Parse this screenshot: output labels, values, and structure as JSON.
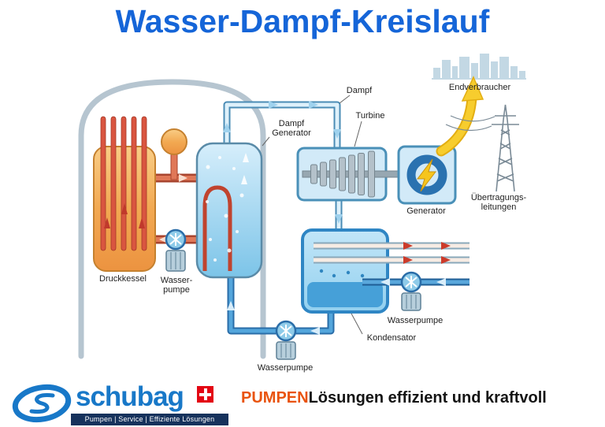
{
  "title": "Wasser-Dampf-Kreislauf",
  "diagram": {
    "labels": {
      "dampf": "Dampf",
      "dampf_generator_line1": "Dampf",
      "dampf_generator_line2": "Generator",
      "turbine": "Turbine",
      "endverbraucher": "Endverbraucher",
      "generator": "Generator",
      "uebertragung_line1": "Übertragungs-",
      "uebertragung_line2": "leitungen",
      "druckkessel": "Druckkessel",
      "wasserpumpe_primaer_line1": "Wasser-",
      "wasserpumpe_primaer_line2": "pumpe",
      "kondensator": "Kondensator",
      "wasserpumpe_kuehlwasser": "Wasserpumpe",
      "wasserpumpe_speisewasser": "Wasserpumpe"
    }
  },
  "footer": {
    "brand": "schubag",
    "brand_tagline": "Pumpen | Service | Effiziente Lösungen",
    "slogan_highlight": "PUMPEN",
    "slogan_rest": "Lösungen effizient und kraftvoll"
  },
  "colors": {
    "title_blue": "#1565d8",
    "brand_blue": "#1878c8",
    "slogan_orange": "#e9530e",
    "swiss_red": "#e30613",
    "pipe_steam": "#4a8cb5",
    "pipe_water": "#2a6da8",
    "hot_loop_red": "#a8442e",
    "vessel_orange": "#ef9a3e",
    "electricity_yellow": "#f7cd2e"
  }
}
